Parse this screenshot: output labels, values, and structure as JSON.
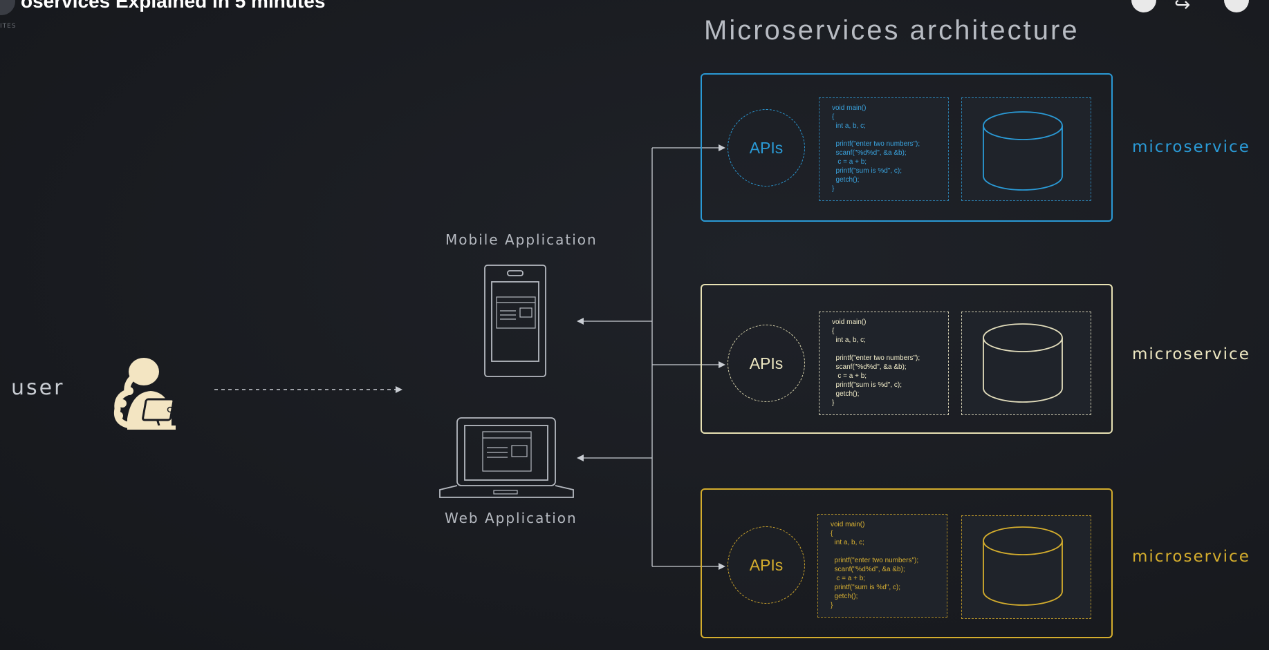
{
  "video": {
    "title": "oservices Explained in 5 minutes",
    "channel_tag": "ITES"
  },
  "heading": "Microservices architecture",
  "user": {
    "label": "user",
    "icon": "person-with-laptop-icon"
  },
  "apps": {
    "mobile_label": "Mobile Application",
    "web_label": "Web Application",
    "mobile_icon": "smartphone-icon",
    "web_icon": "laptop-icon"
  },
  "microservices": [
    {
      "api_label": "APIs",
      "code": "void main()\n{\n  int a, b, c;\n\n  printf(\"enter two numbers\");\n  scanf(\"%d%d\", &a &b);\n   c = a + b;\n  printf(\"sum is %d\", c);\n  getch();\n}",
      "label": "microservice",
      "color": "#2a9ad6",
      "db_icon": "database-icon"
    },
    {
      "api_label": "APIs",
      "code": "void main()\n{\n  int a, b, c;\n\n  printf(\"enter two numbers\");\n  scanf(\"%d%d\", &a &b);\n   c = a + b;\n  printf(\"sum is %d\", c);\n  getch();\n}",
      "label": "microservice",
      "color": "#e8e2b4",
      "db_icon": "database-icon"
    },
    {
      "api_label": "APIs",
      "code": "void main()\n{\n  int a, b, c;\n\n  printf(\"enter two numbers\");\n  scanf(\"%d%d\", &a &b);\n   c = a + b;\n  printf(\"sum is %d\", c);\n  getch();\n}",
      "label": "microservice",
      "color": "#d4ad2d",
      "db_icon": "database-icon"
    }
  ]
}
